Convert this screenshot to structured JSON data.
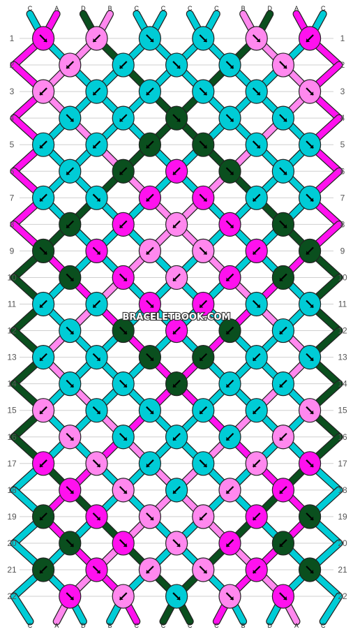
{
  "watermark": "BRACELETBOOK.COM",
  "colors": {
    "A": "#ff11ee",
    "B": "#ff88ee",
    "C": "#00ccd6",
    "D": "#0a4f1e"
  },
  "strands_top": [
    "C",
    "A",
    "D",
    "B",
    "C",
    "C",
    "C",
    "C",
    "B",
    "D",
    "A",
    "C"
  ],
  "strands_bottom": [
    "C",
    "A",
    "D",
    "B",
    "C",
    "C",
    "C",
    "C",
    "B",
    "D",
    "A",
    "C"
  ],
  "row_labels": [
    "1",
    "2",
    "3",
    "4",
    "5",
    "6",
    "7",
    "8",
    "9",
    "10",
    "11",
    "12",
    "13",
    "14",
    "15",
    "16",
    "17",
    "18",
    "19",
    "20",
    "21",
    "22"
  ],
  "knot_rows": [
    {
      "row": 1,
      "knots": [
        {
          "c": "A",
          "d": "f"
        },
        {
          "c": "B",
          "d": "b"
        },
        {
          "c": "C",
          "d": "f"
        },
        {
          "c": "C",
          "d": "f"
        },
        {
          "c": "B",
          "d": "f"
        },
        {
          "c": "A",
          "d": "b"
        }
      ]
    },
    {
      "row": 2,
      "knots": [
        {
          "c": "B",
          "d": "b"
        },
        {
          "c": "C",
          "d": "b"
        },
        {
          "c": "C",
          "d": "f"
        },
        {
          "c": "C",
          "d": "f"
        },
        {
          "c": "B",
          "d": "f"
        }
      ]
    },
    {
      "row": 3,
      "knots": [
        {
          "c": "B",
          "d": "bf"
        },
        {
          "c": "C",
          "d": "b"
        },
        {
          "c": "C",
          "d": "b"
        },
        {
          "c": "C",
          "d": "f"
        },
        {
          "c": "C",
          "d": "f"
        },
        {
          "c": "B",
          "d": "fb"
        }
      ]
    },
    {
      "row": 4,
      "knots": [
        {
          "c": "C",
          "d": "f"
        },
        {
          "c": "C",
          "d": "b"
        },
        {
          "c": "D",
          "d": "f"
        },
        {
          "c": "C",
          "d": "f"
        },
        {
          "c": "C",
          "d": "f"
        }
      ]
    },
    {
      "row": 5,
      "knots": [
        {
          "c": "C",
          "d": "bf"
        },
        {
          "c": "C",
          "d": "b"
        },
        {
          "c": "D",
          "d": "b"
        },
        {
          "c": "D",
          "d": "f"
        },
        {
          "c": "C",
          "d": "f"
        },
        {
          "c": "C",
          "d": "fb"
        }
      ]
    },
    {
      "row": 6,
      "knots": [
        {
          "c": "C",
          "d": "b"
        },
        {
          "c": "D",
          "d": "b"
        },
        {
          "c": "A",
          "d": "b"
        },
        {
          "c": "D",
          "d": "f"
        },
        {
          "c": "C",
          "d": "f"
        }
      ]
    },
    {
      "row": 7,
      "knots": [
        {
          "c": "C",
          "d": "bf"
        },
        {
          "c": "C",
          "d": "f"
        },
        {
          "c": "A",
          "d": "b"
        },
        {
          "c": "A",
          "d": "f"
        },
        {
          "c": "C",
          "d": "b"
        },
        {
          "c": "C",
          "d": "fb"
        }
      ]
    },
    {
      "row": 8,
      "knots": [
        {
          "c": "D",
          "d": "b"
        },
        {
          "c": "A",
          "d": "b"
        },
        {
          "c": "B",
          "d": "b"
        },
        {
          "c": "A",
          "d": "f"
        },
        {
          "c": "D",
          "d": "f"
        }
      ]
    },
    {
      "row": 9,
      "knots": [
        {
          "c": "D",
          "d": "f"
        },
        {
          "c": "A",
          "d": "f"
        },
        {
          "c": "B",
          "d": "b"
        },
        {
          "c": "B",
          "d": "f"
        },
        {
          "c": "A",
          "d": "b"
        },
        {
          "c": "D",
          "d": "b"
        }
      ]
    },
    {
      "row": 10,
      "knots": [
        {
          "c": "D",
          "d": "f"
        },
        {
          "c": "A",
          "d": "f"
        },
        {
          "c": "B",
          "d": "b"
        },
        {
          "c": "A",
          "d": "b"
        },
        {
          "c": "D",
          "d": "b"
        }
      ]
    },
    {
      "row": 11,
      "knots": [
        {
          "c": "C",
          "d": "bf"
        },
        {
          "c": "C",
          "d": "b"
        },
        {
          "c": "A",
          "d": "f"
        },
        {
          "c": "A",
          "d": "b"
        },
        {
          "c": "C",
          "d": "f"
        },
        {
          "c": "C",
          "d": "fb"
        }
      ]
    },
    {
      "row": 12,
      "knots": [
        {
          "c": "C",
          "d": "f"
        },
        {
          "c": "D",
          "d": "f"
        },
        {
          "c": "A",
          "d": "b"
        },
        {
          "c": "D",
          "d": "b"
        },
        {
          "c": "C",
          "d": "b"
        }
      ]
    },
    {
      "row": 13,
      "knots": [
        {
          "c": "C",
          "d": "bf"
        },
        {
          "c": "C",
          "d": "f"
        },
        {
          "c": "D",
          "d": "f"
        },
        {
          "c": "D",
          "d": "b"
        },
        {
          "c": "C",
          "d": "b"
        },
        {
          "c": "C",
          "d": "fb"
        }
      ]
    },
    {
      "row": 14,
      "knots": [
        {
          "c": "C",
          "d": "f"
        },
        {
          "c": "C",
          "d": "f"
        },
        {
          "c": "D",
          "d": "b"
        },
        {
          "c": "C",
          "d": "b"
        },
        {
          "c": "C",
          "d": "b"
        }
      ]
    },
    {
      "row": 15,
      "knots": [
        {
          "c": "B",
          "d": "bf"
        },
        {
          "c": "C",
          "d": "f"
        },
        {
          "c": "C",
          "d": "f"
        },
        {
          "c": "C",
          "d": "b"
        },
        {
          "c": "C",
          "d": "b"
        },
        {
          "c": "B",
          "d": "fb"
        }
      ]
    },
    {
      "row": 16,
      "knots": [
        {
          "c": "B",
          "d": "f"
        },
        {
          "c": "C",
          "d": "f"
        },
        {
          "c": "C",
          "d": "b"
        },
        {
          "c": "C",
          "d": "b"
        },
        {
          "c": "B",
          "d": "b"
        }
      ]
    },
    {
      "row": 17,
      "knots": [
        {
          "c": "A",
          "d": "b"
        },
        {
          "c": "B",
          "d": "f"
        },
        {
          "c": "C",
          "d": "b"
        },
        {
          "c": "C",
          "d": "f"
        },
        {
          "c": "B",
          "d": "b"
        },
        {
          "c": "A",
          "d": "f"
        }
      ]
    },
    {
      "row": 18,
      "knots": [
        {
          "c": "A",
          "d": "f"
        },
        {
          "c": "B",
          "d": "f"
        },
        {
          "c": "C",
          "d": "b"
        },
        {
          "c": "B",
          "d": "b"
        },
        {
          "c": "A",
          "d": "b"
        }
      ]
    },
    {
      "row": 19,
      "knots": [
        {
          "c": "D",
          "d": "bf"
        },
        {
          "c": "A",
          "d": "f"
        },
        {
          "c": "B",
          "d": "f"
        },
        {
          "c": "B",
          "d": "b"
        },
        {
          "c": "A",
          "d": "b"
        },
        {
          "c": "D",
          "d": "fb"
        }
      ]
    },
    {
      "row": 20,
      "knots": [
        {
          "c": "D",
          "d": "f"
        },
        {
          "c": "A",
          "d": "f"
        },
        {
          "c": "B",
          "d": "f"
        },
        {
          "c": "A",
          "d": "b"
        },
        {
          "c": "D",
          "d": "b"
        }
      ]
    },
    {
      "row": 21,
      "knots": [
        {
          "c": "D",
          "d": "bf"
        },
        {
          "c": "A",
          "d": "f"
        },
        {
          "c": "B",
          "d": "b"
        },
        {
          "c": "B",
          "d": "f"
        },
        {
          "c": "A",
          "d": "b"
        },
        {
          "c": "D",
          "d": "fb"
        }
      ]
    },
    {
      "row": 22,
      "knots": [
        {
          "c": "A",
          "d": "f"
        },
        {
          "c": "B",
          "d": "b"
        },
        {
          "c": "C",
          "d": "f"
        },
        {
          "c": "B",
          "d": "f"
        },
        {
          "c": "A",
          "d": "f"
        }
      ]
    }
  ]
}
